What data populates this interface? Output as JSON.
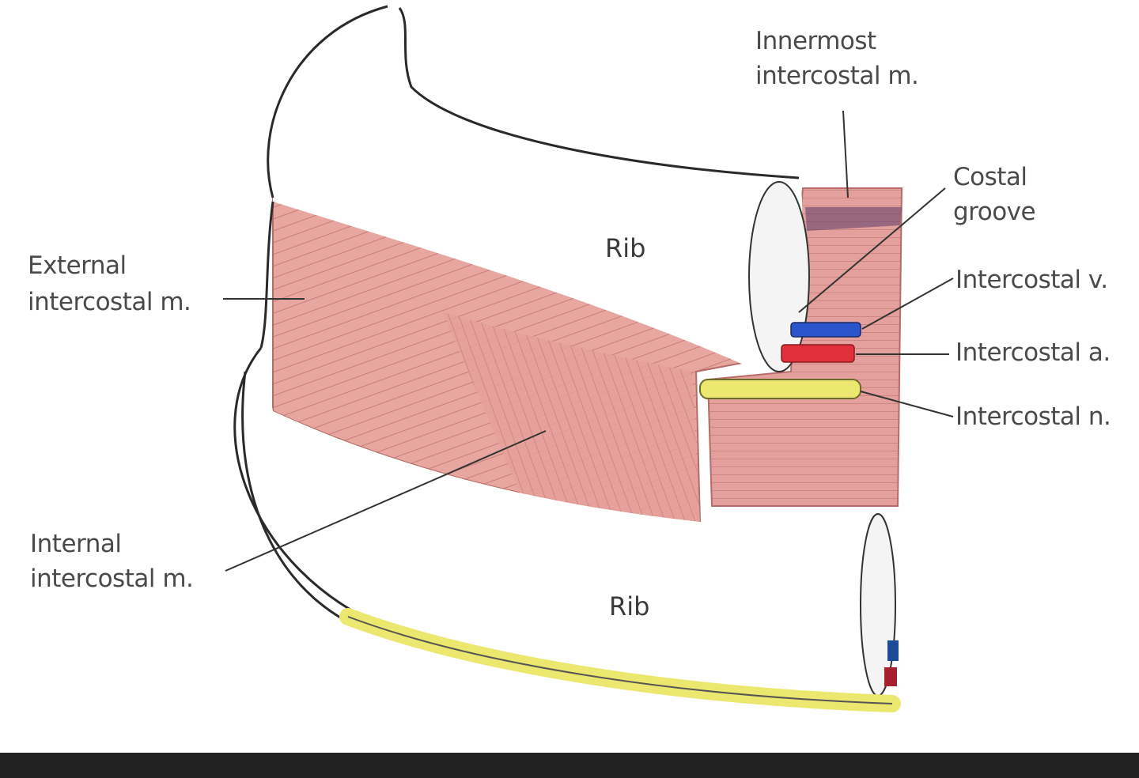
{
  "labels": {
    "innermost_line1": "Innermost",
    "innermost_line2": "intercostal m.",
    "costal_groove_line1": "Costal",
    "costal_groove_line2": "groove",
    "intercostal_v": "Intercostal v.",
    "intercostal_a": "Intercostal a.",
    "intercostal_n": "Intercostal n.",
    "external_line1": "External",
    "external_line2": "intercostal m.",
    "internal_line1": "Internal",
    "internal_line2": "intercostal m.",
    "rib_upper": "Rib",
    "rib_lower": "Rib"
  },
  "colors": {
    "muscle": "#e5a19c",
    "muscle_dark": "#c97b78",
    "vein": "#2a55cc",
    "artery": "#e0303a",
    "nerve": "#e9e56a",
    "bone": "#ffffff"
  }
}
